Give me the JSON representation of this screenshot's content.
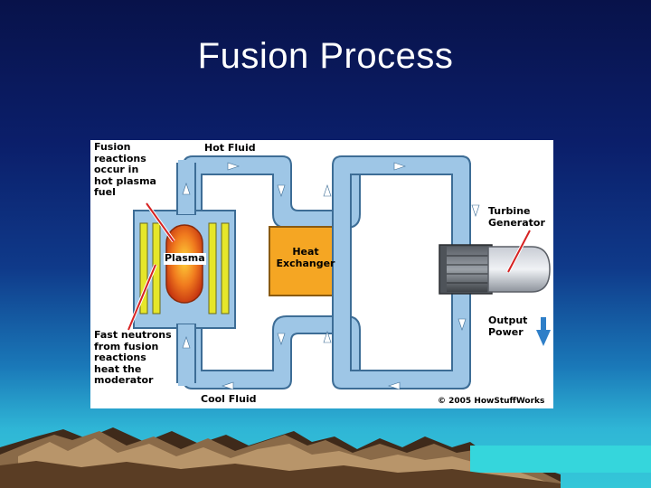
{
  "slide": {
    "title": "Fusion Process"
  },
  "diagram": {
    "labels": {
      "fusion_reactions": "Fusion\nreactions\noccur in\nhot plasma\nfuel",
      "hot_fluid": "Hot Fluid",
      "turbine_generator": "Turbine\nGenerator",
      "plasma": "Plasma",
      "heat_exchanger": "Heat\nExchanger",
      "output_power": "Output\nPower",
      "fast_neutrons": "Fast neutrons\nfrom fusion\nreactions\nheat the\nmoderator",
      "cool_fluid": "Cool Fluid",
      "copyright": "© 2005 HowStuffWorks"
    },
    "colors": {
      "pipe": "#9ec6e6",
      "pipe_outline": "#3d6d96",
      "exchanger": "#f5a623",
      "plasma": "#e8541c",
      "moderator": "#e6e62a",
      "pointer": "#d62222",
      "output_arrow": "#2f7fc8"
    }
  }
}
